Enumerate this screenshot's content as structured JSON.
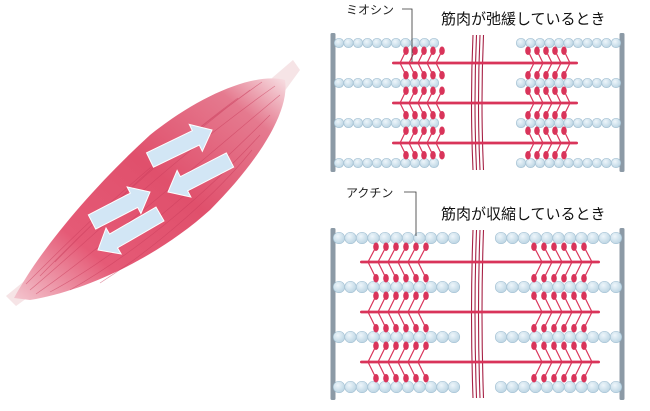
{
  "labels": {
    "myosin": "ミオシン",
    "actin": "アクチン",
    "relaxed_title": "筋肉が弛緩しているとき",
    "contracted_title": "筋肉が収縮しているとき"
  },
  "colors": {
    "muscle_red": "#e0506c",
    "muscle_light": "#f1a0b1",
    "filament_red": "#d9345a",
    "actin_bead": "#c7dce8",
    "actin_bead_stroke": "#9fbdd0",
    "z_line": "#8c9aa6",
    "arrow_fill": "#d2e6f5",
    "tendon": "#f2dedf"
  },
  "icons": {
    "arrow": "double-direction-arrow-icon"
  }
}
